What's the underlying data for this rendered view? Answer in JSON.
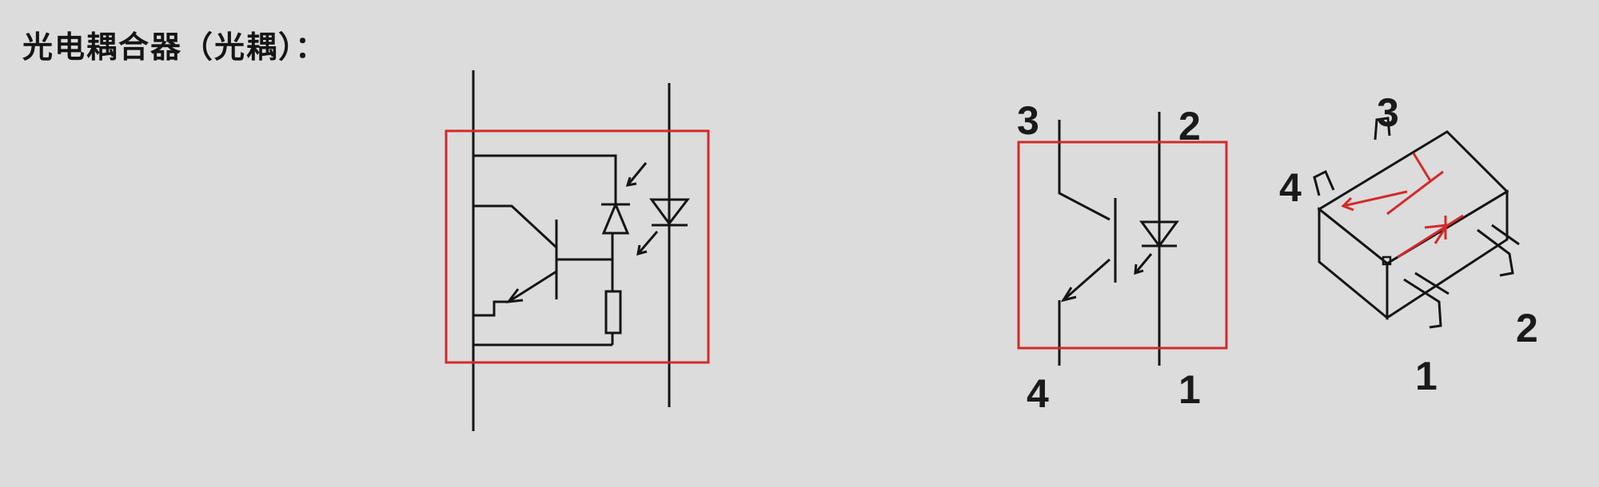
{
  "title": "光电耦合器（光耦）：",
  "symbol_pins": {
    "p3": "3",
    "p2": "2",
    "p4": "4",
    "p1": "1"
  },
  "package_pins": {
    "p3": "3",
    "p4": "4",
    "p2": "2",
    "p1": "1"
  },
  "colors": {
    "frame": "#d42a2a",
    "line": "#151515",
    "package_marks": "#d42a2a"
  }
}
